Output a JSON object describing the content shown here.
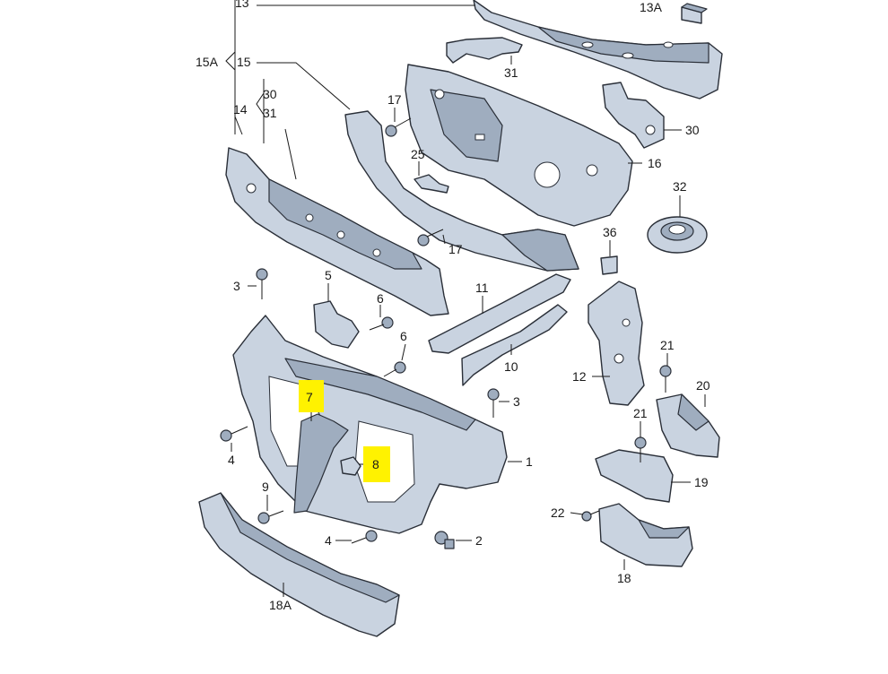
{
  "callouts": {
    "c13": "13",
    "c13a": "13A",
    "c15a": "15A",
    "c15": "15",
    "c14": "14",
    "c30a": "30",
    "c31a": "31",
    "c31b": "31",
    "c17a": "17",
    "c17b": "17",
    "c25": "25",
    "c16": "16",
    "c30b": "30",
    "c32": "32",
    "c36": "36",
    "c3a": "3",
    "c3b": "3",
    "c5": "5",
    "c6a": "6",
    "c6b": "6",
    "c7": "7",
    "c8": "8",
    "c11": "11",
    "c10": "10",
    "c12": "12",
    "c21a": "21",
    "c21b": "21",
    "c20": "20",
    "c19": "19",
    "c22": "22",
    "c18": "18",
    "c1": "1",
    "c2": "2",
    "c4a": "4",
    "c4b": "4",
    "c9": "9",
    "c18a": "18A"
  },
  "highlight_color": "#fff200",
  "part_color": "#c9d3e0"
}
